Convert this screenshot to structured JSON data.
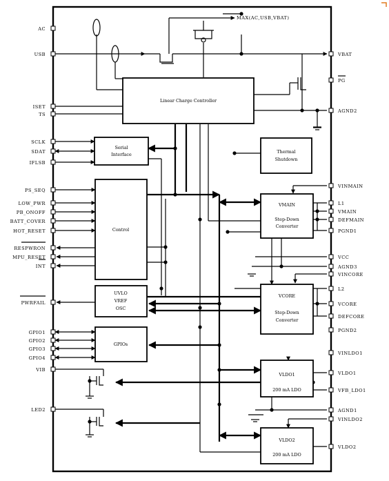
{
  "diagram": {
    "top_label": "MAX(AC,USB,VBAT)",
    "left_pins": {
      "ac": "AC",
      "usb": "USB",
      "iset": "ISET",
      "ts": "TS",
      "sclk": "SCLK",
      "sdat": "SDAT",
      "iflsb": "IFLSB",
      "ps_seq": "PS_SEQ",
      "low_pwr": "LOW_PWR",
      "pb_onoff": "PB_ONOFF",
      "batt_cover": "BATT_COVER",
      "hot_reset": "HOT_RESET",
      "resetwron": "RESPWRON",
      "mpu_reset": "MPU_RESET",
      "int": "INT",
      "pwrfail": "PWRFAIL",
      "gpio1": "GPIO1",
      "gpio2": "GPIO2",
      "gpio3": "GPIO3",
      "gpio4": "GPIO4",
      "vib": "VIB",
      "led2": "LED2"
    },
    "right_pins": {
      "vbat": "VBAT",
      "pg": "PG",
      "agnd2": "AGND2",
      "vinmain": "VINMAIN",
      "l1": "L1",
      "vmain": "VMAIN",
      "defmain": "DEFMAIN",
      "pgnd1": "PGND1",
      "vcc": "VCC",
      "agnd3": "AGND3",
      "vincore": "VINCORE",
      "l2": "L2",
      "vcore": "VCORE",
      "defcore": "DEFCORE",
      "pgnd2": "PGND2",
      "vinldo1": "VINLDO1",
      "vldo1": "VLDO1",
      "vfb_ldo1": "VFB_LDO1",
      "agnd1": "AGND1",
      "vinldo2": "VINLDO2",
      "vldo2": "VLDO2"
    },
    "blocks": {
      "charger": "Linear Charge Controller",
      "serial_1": "Serial",
      "serial_2": "Interface",
      "thermal_1": "Thermal",
      "thermal_2": "Shutdown",
      "control": "Control",
      "vmain_1": "VMAIN",
      "vmain_2": "Step-Down",
      "vmain_3": "Converter",
      "uvlo_1": "UVLO",
      "uvlo_2": "VREF",
      "uvlo_3": "OSC",
      "vcore_1": "VCORE",
      "vcore_2": "Step-Down",
      "vcore_3": "Converter",
      "gpio": "GPIOs",
      "vldo1_1": "VLDO1",
      "vldo1_2": "200 mA LDO",
      "vldo2_1": "VLDO2",
      "vldo2_2": "200 mA LDO"
    }
  }
}
